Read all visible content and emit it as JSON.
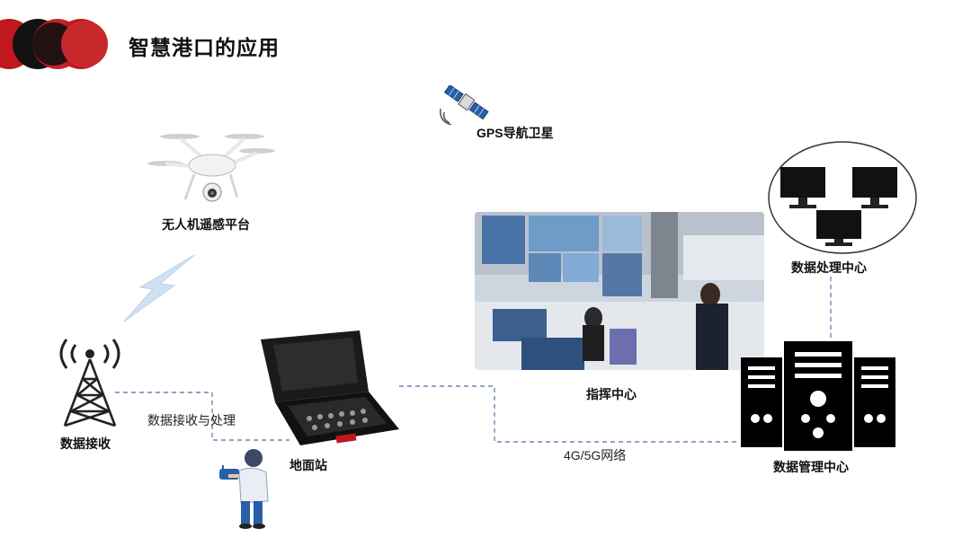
{
  "header": {
    "title": "智慧港口的应用"
  },
  "nodes": {
    "satellite": "GPS导航卫星",
    "drone": "无人机遥感平台",
    "tower": "数据接收",
    "ground_station": "地面站",
    "command_center": "指挥中心",
    "processing_center": "数据处理中心",
    "management_center": "数据管理中心"
  },
  "links": {
    "receive_process": "数据接收与处理",
    "network": "4G/5G网络"
  },
  "colors": {
    "accent_red": "#c0181c",
    "dark_circle": "#111111",
    "dashed_line": "#6b89b3",
    "lightning": "#cfe1f2"
  }
}
